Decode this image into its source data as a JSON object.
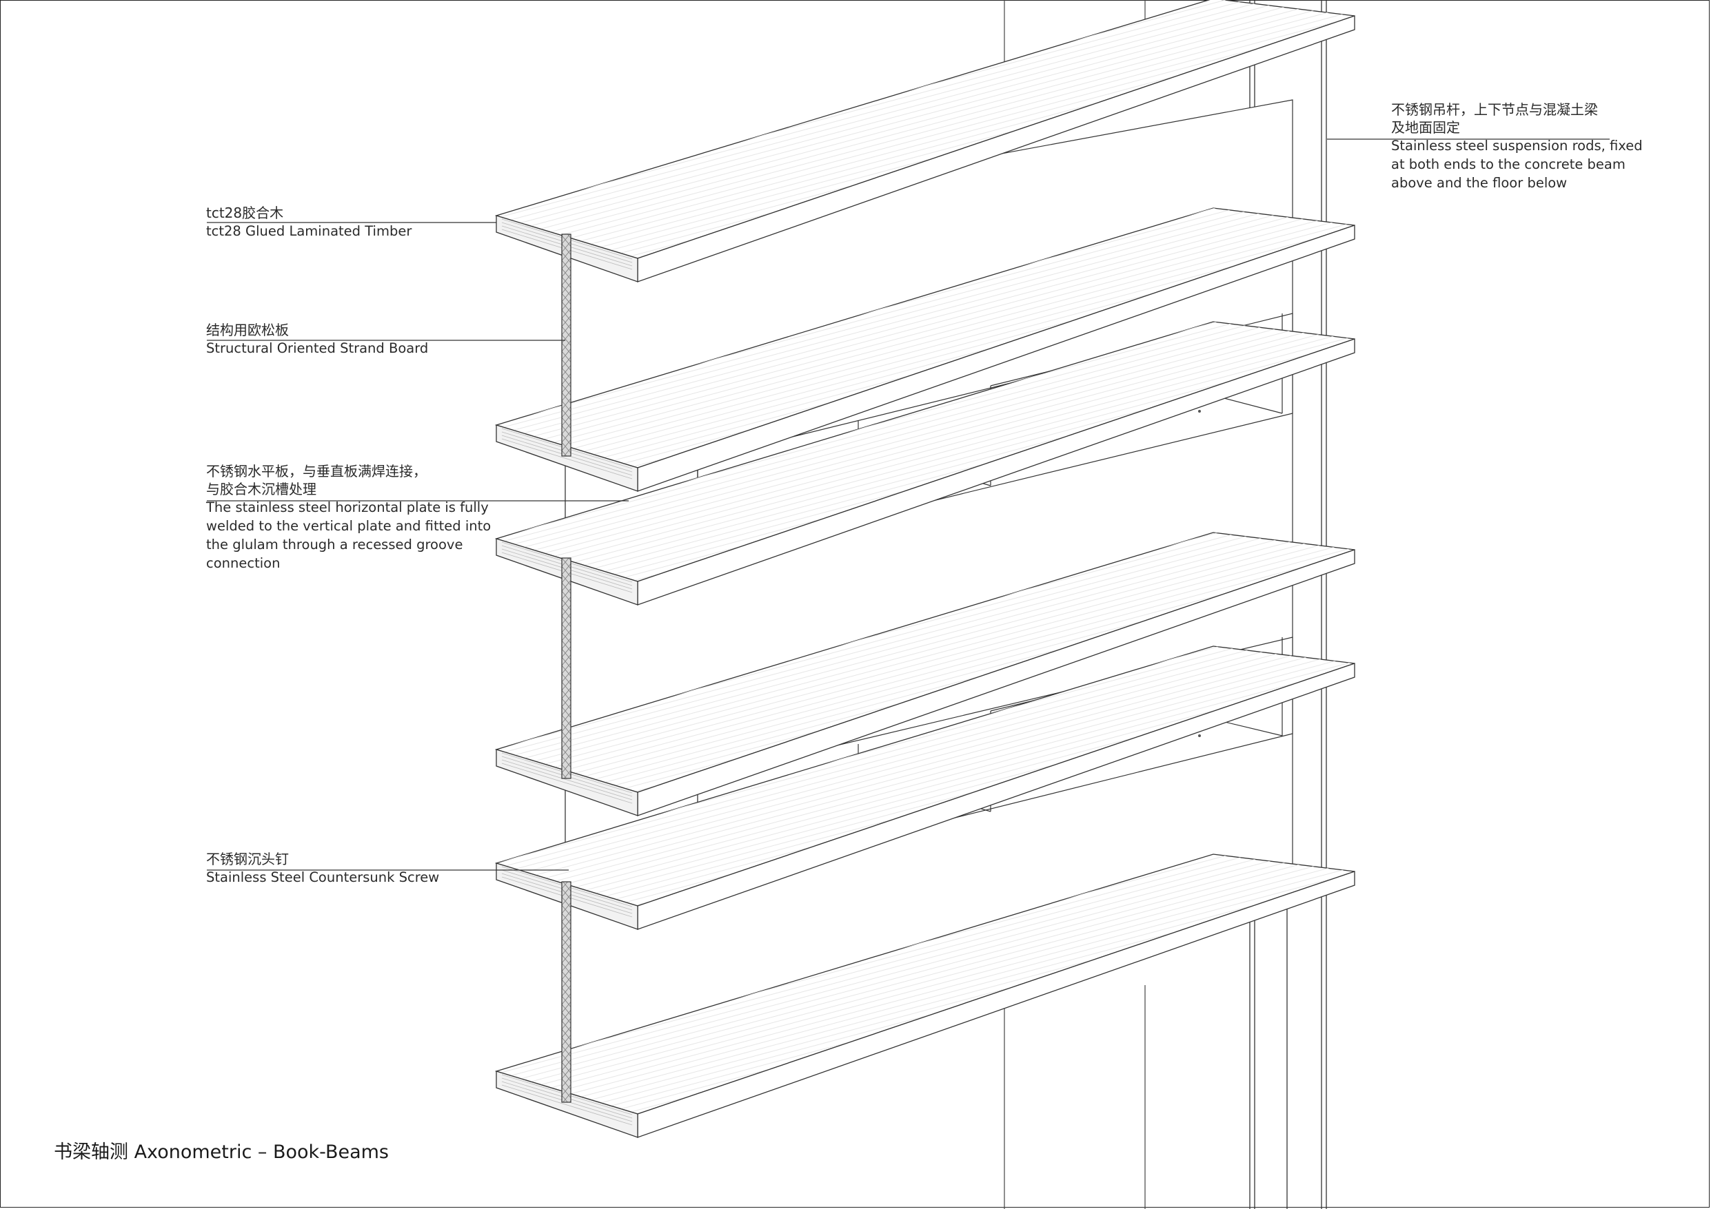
{
  "annotations": {
    "glulam": {
      "zh": "tct28胶合木",
      "en": "tct28 Glued Laminated Timber"
    },
    "osb": {
      "zh": "结构用欧松板",
      "en": "Structural Oriented Strand Board"
    },
    "steel_plate": {
      "zh_lines": [
        "不锈钢水平板，与垂直板满焊连接，",
        "与胶合木沉槽处理"
      ],
      "en_lines": [
        "The stainless steel horizontal plate is fully",
        "welded to the vertical plate and fitted into",
        "the glulam through a recessed groove",
        "connection"
      ]
    },
    "screw": {
      "zh": "不锈钢沉头钉",
      "en": "Stainless Steel Countersunk Screw"
    },
    "suspension_rod": {
      "zh_lines": [
        "不锈钢吊杆，上下节点与混凝土梁",
        "及地面固定"
      ],
      "en_lines": [
        "Stainless steel suspension rods, fixed",
        "at both ends to the concrete beam",
        "above and the floor below"
      ]
    }
  },
  "title": "书梁轴测 Axonometric – Book-Beams"
}
